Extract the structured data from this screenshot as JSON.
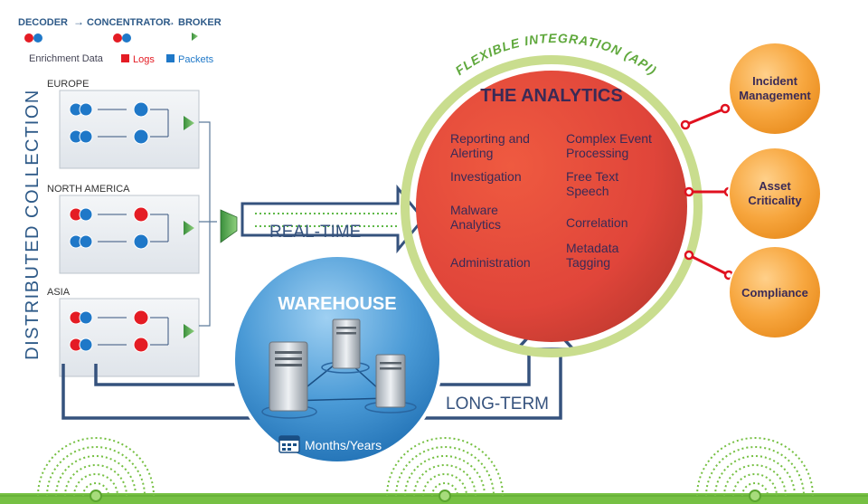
{
  "legend": {
    "flow": {
      "decoder": "DECODER",
      "concentrator": "CONCENTRATOR",
      "broker": "BROKER"
    },
    "enrichment_label": "Enrichment Data",
    "logs_label": "Logs",
    "packets_label": "Packets",
    "logs_color": "#e41c24",
    "packets_color": "#1f78c8"
  },
  "collection": {
    "title": "DISTRIBUTED COLLECTION",
    "regions": [
      {
        "name": "EUROPE"
      },
      {
        "name": "NORTH AMERICA"
      },
      {
        "name": "ASIA"
      }
    ]
  },
  "arrows": {
    "realtime": "REAL-TIME",
    "longterm": "LONG-TERM"
  },
  "warehouse": {
    "title": "WAREHOUSE",
    "retention": "Months/Years",
    "calendar_icon": "calendar-icon"
  },
  "integration": {
    "label": "FLEXIBLE INTEGRATION (API)"
  },
  "analytics": {
    "title": "THE ANALYTICS",
    "left_items": [
      "Reporting and Alerting",
      "Investigation",
      "Malware Analytics",
      "Administration"
    ],
    "right_items": [
      "Complex Event Processing",
      "Free Text Speech",
      "Correlation",
      "Metadata Tagging"
    ]
  },
  "outputs": [
    {
      "label": "Incident Management"
    },
    {
      "label": "Asset Criticality"
    },
    {
      "label": "Compliance"
    }
  ],
  "colors": {
    "analytics_red": "#e0453a",
    "integration_ring": "#c9dd8e",
    "output_orange": "#f7a63e",
    "warehouse_blue": "#4a9ad6",
    "arrow_navy": "#35527d",
    "ground_green": "#76c043"
  }
}
